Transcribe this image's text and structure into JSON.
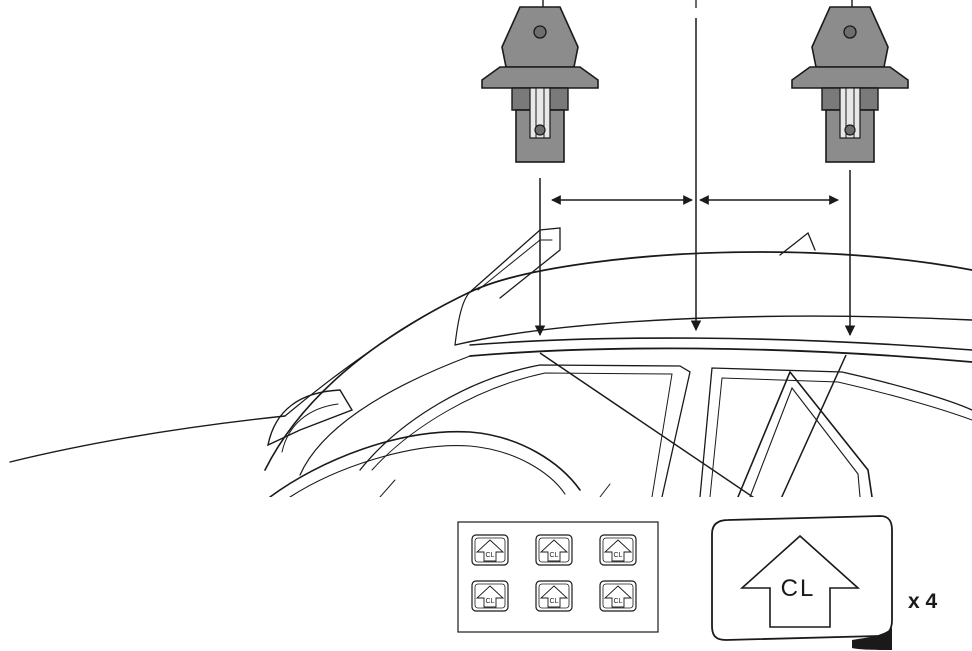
{
  "diagram": {
    "sticker_label": "CL",
    "quantity_label": "x 4",
    "sticker_sheet_count": 6,
    "colors": {
      "line": "#1a1a1a",
      "foot_fill": "#8c8c8c",
      "foot_fill_dark": "#6e6e6e",
      "background": "#ffffff"
    }
  }
}
